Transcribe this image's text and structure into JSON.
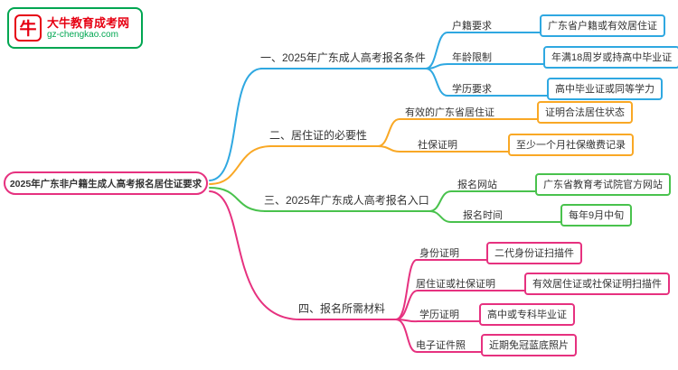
{
  "logo": {
    "icon": "bull-icon",
    "icon_char": "牛",
    "title": "大牛教育成考网",
    "domain": "gz-chengkao.com",
    "brand_red": "#e60012",
    "brand_green": "#00a651"
  },
  "root": {
    "label": "2025年广东非户籍生成人高考报名居住证要求",
    "border_color": "#e6317f"
  },
  "branches": [
    {
      "label": "一、2025年广东成人高考报名条件",
      "color": "#2fa8e1",
      "children": [
        {
          "label": "户籍要求",
          "value": "广东省户籍或有效居住证"
        },
        {
          "label": "年龄限制",
          "value": "年满18周岁或持高中毕业证"
        },
        {
          "label": "学历要求",
          "value": "高中毕业证或同等学力"
        }
      ]
    },
    {
      "label": "二、居住证的必要性",
      "color": "#f9a825",
      "children": [
        {
          "label": "有效的广东省居住证",
          "value": "证明合法居住状态"
        },
        {
          "label": "社保证明",
          "value": "至少一个月社保缴费记录"
        }
      ]
    },
    {
      "label": "三、2025年广东成人高考报名入口",
      "color": "#49c24d",
      "children": [
        {
          "label": "报名网站",
          "value": "广东省教育考试院官方网站"
        },
        {
          "label": "报名时间",
          "value": "每年9月中旬"
        }
      ]
    },
    {
      "label": "四、报名所需材料",
      "color": "#e6317f",
      "children": [
        {
          "label": "身份证明",
          "value": "二代身份证扫描件"
        },
        {
          "label": "居住证或社保证明",
          "value": "有效居住证或社保证明扫描件"
        },
        {
          "label": "学历证明",
          "value": "高中或专科毕业证"
        },
        {
          "label": "电子证件照",
          "value": "近期免冠蓝底照片"
        }
      ]
    }
  ]
}
